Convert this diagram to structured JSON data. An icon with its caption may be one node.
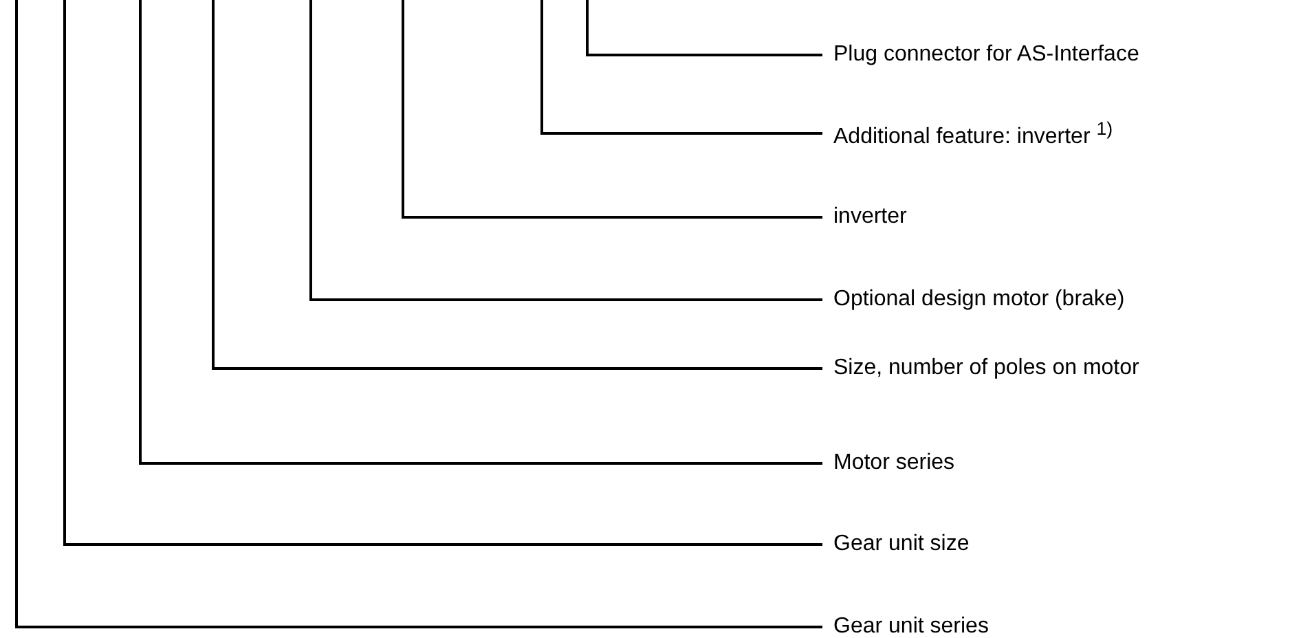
{
  "diagram": {
    "nodes": [
      {
        "text": [
          "Plug connector for AS-Interface"
        ]
      },
      {
        "text": [
          "Additional feature: inverter $^{1)}$"
        ]
      },
      {
        "text": [
          "inverter"
        ]
      },
      {
        "text": [
          "Optional design motor (brake)"
        ]
      },
      {
        "text": [
          "Size, number of poles on motor"
        ]
      },
      {
        "text": [
          "Motor series"
        ]
      },
      {
        "text": [
          "Gear unit size"
        ]
      },
      {
        "text": [
          "Gear unit series"
        ]
      }
    ],
    "edges": [
      {
        "from": 0,
        "to": null,
        "arrow": "none"
      },
      {
        "from": 1,
        "to": null,
        "arrow": "none"
      },
      {
        "from": 2,
        "to": null,
        "arrow": "none"
      },
      {
        "from": 3,
        "to": null,
        "arrow": "none"
      },
      {
        "from": 4,
        "to": null,
        "arrow": "none"
      },
      {
        "from": 5,
        "to": null,
        "arrow": "none"
      },
      {
        "from": 6,
        "to": null,
        "arrow": "none"
      },
      {
        "from": 7,
        "to": null,
        "arrow": "none"
      }
    ]
  }
}
